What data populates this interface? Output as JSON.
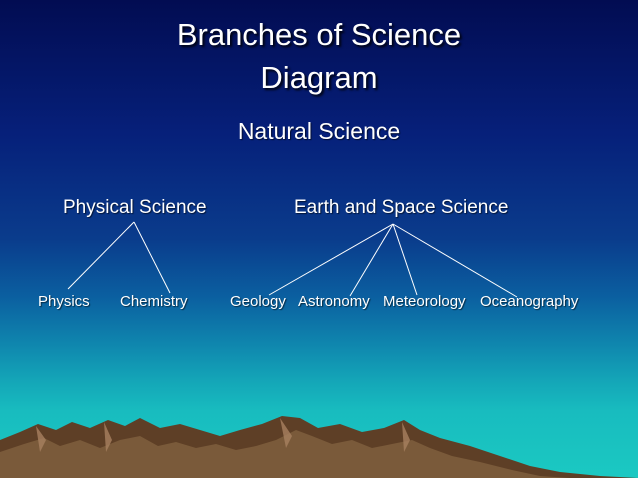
{
  "title": {
    "line1": "Branches of Science",
    "line2": "Diagram"
  },
  "root": "Natural Science",
  "branches": {
    "physical": {
      "label": "Physical Science",
      "children": [
        "Physics",
        "Chemistry"
      ]
    },
    "earth_space": {
      "label": "Earth and Space Science",
      "children": [
        "Geology",
        "Astronomy",
        "Meteorology",
        "Oceanography"
      ]
    }
  },
  "colors": {
    "background_top": "#020c52",
    "background_bottom": "#1bc9c2",
    "text": "#ffffff",
    "connector_lines": "#ffffff",
    "mountains": "#7a5a3a"
  }
}
